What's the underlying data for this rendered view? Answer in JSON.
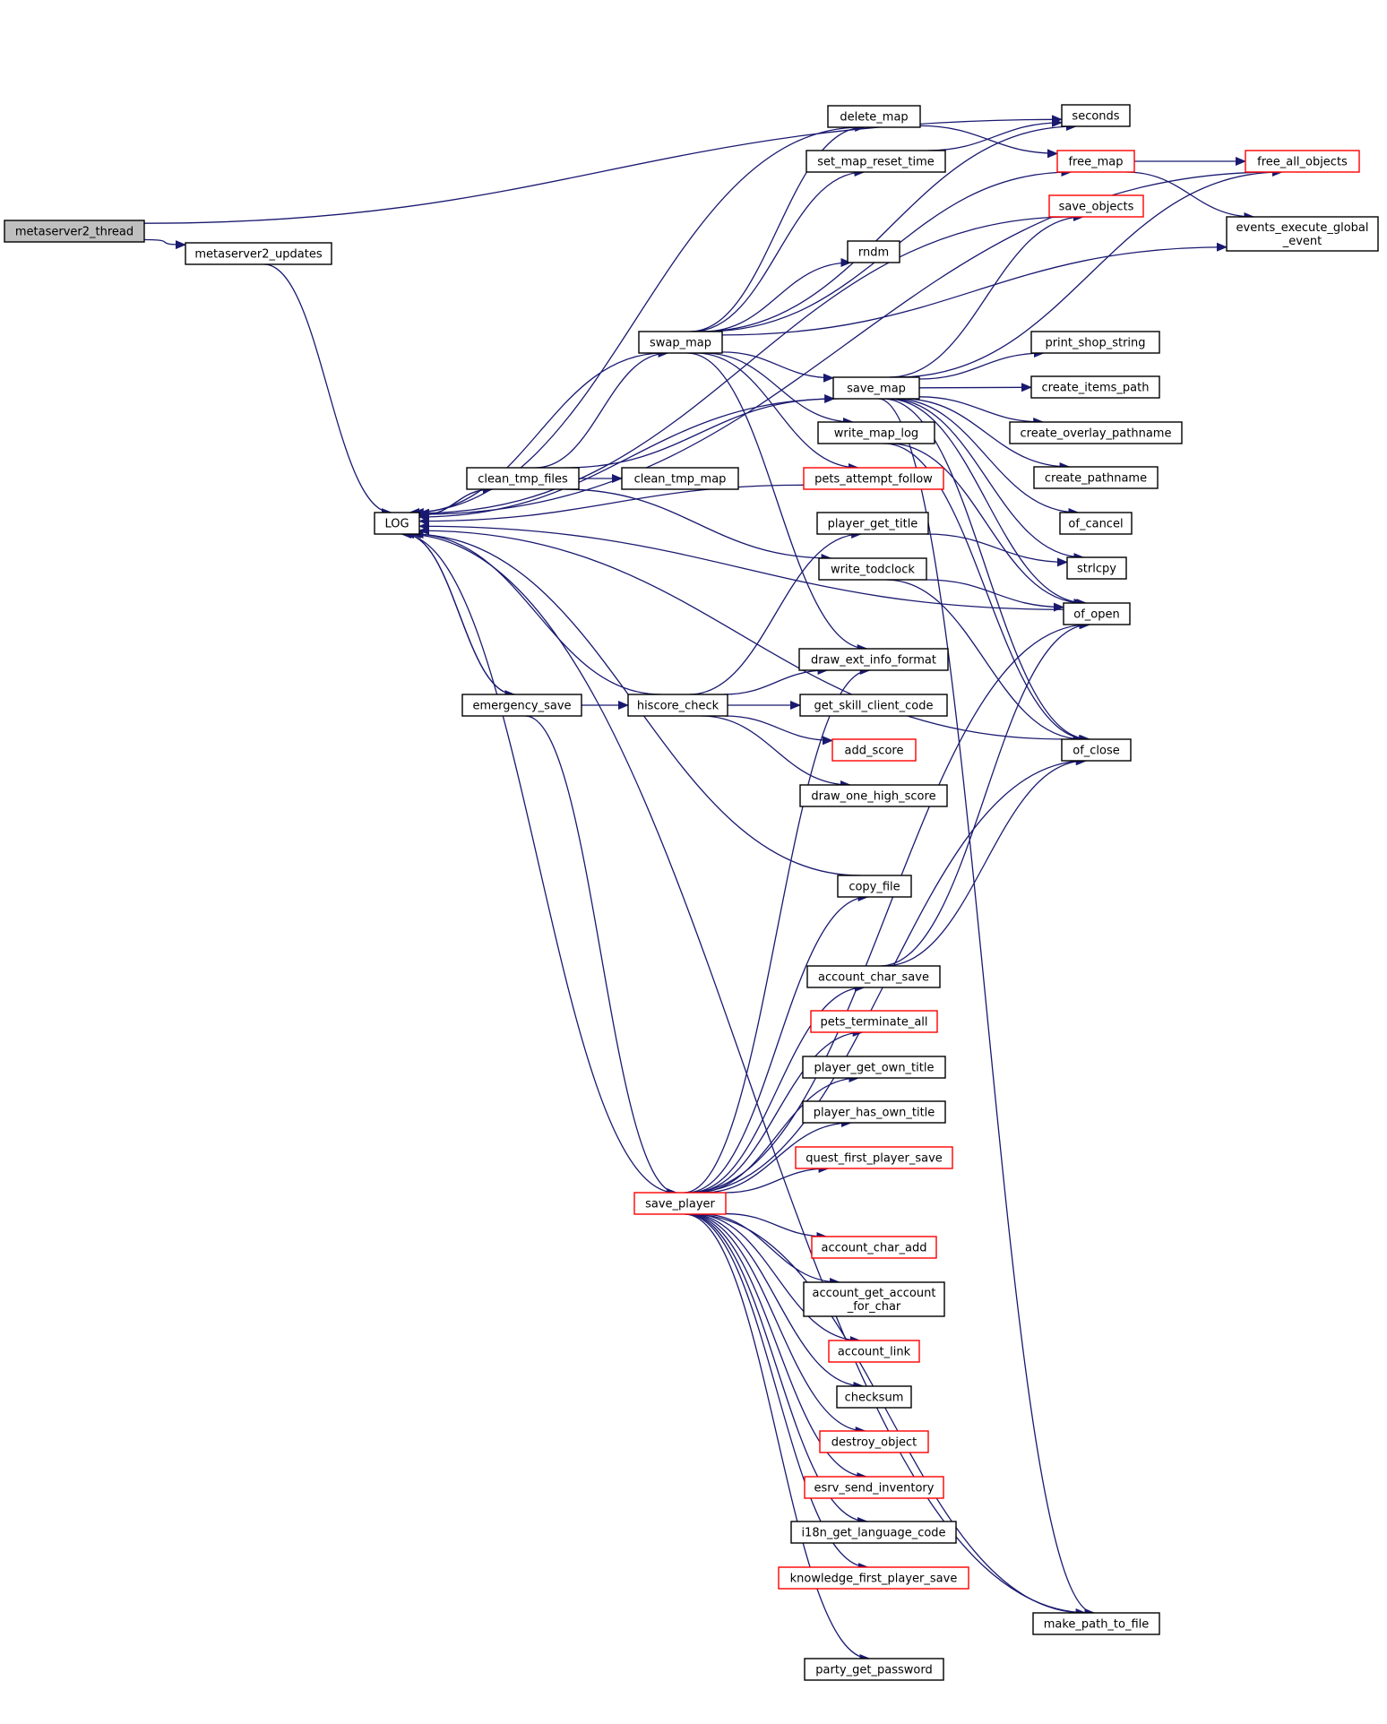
{
  "colors": {
    "edge": "#191970",
    "border_default": "#000000",
    "border_incomplete": "#ff0000",
    "fill_focus": "#bfbfbf",
    "fill_default": "#ffffff"
  },
  "nodes": [
    {
      "id": "metaserver2_thread",
      "label": [
        "metaserver2_thread"
      ],
      "style": "focus"
    },
    {
      "id": "metaserver2_updates",
      "label": [
        "metaserver2_updates"
      ],
      "style": "normal"
    },
    {
      "id": "LOG",
      "label": [
        "LOG"
      ],
      "style": "normal"
    },
    {
      "id": "delete_map",
      "label": [
        "delete_map"
      ],
      "style": "normal"
    },
    {
      "id": "set_map_reset_time",
      "label": [
        "set_map_reset_time"
      ],
      "style": "normal"
    },
    {
      "id": "rndm",
      "label": [
        "rndm"
      ],
      "style": "normal"
    },
    {
      "id": "swap_map",
      "label": [
        "swap_map"
      ],
      "style": "normal"
    },
    {
      "id": "save_map",
      "label": [
        "save_map"
      ],
      "style": "normal"
    },
    {
      "id": "write_map_log",
      "label": [
        "write_map_log"
      ],
      "style": "normal"
    },
    {
      "id": "clean_tmp_files",
      "label": [
        "clean_tmp_files"
      ],
      "style": "normal"
    },
    {
      "id": "clean_tmp_map",
      "label": [
        "clean_tmp_map"
      ],
      "style": "normal"
    },
    {
      "id": "pets_attempt_follow",
      "label": [
        "pets_attempt_follow"
      ],
      "style": "red"
    },
    {
      "id": "player_get_title",
      "label": [
        "player_get_title"
      ],
      "style": "normal"
    },
    {
      "id": "write_todclock",
      "label": [
        "write_todclock"
      ],
      "style": "normal"
    },
    {
      "id": "draw_ext_info_format",
      "label": [
        "draw_ext_info_format"
      ],
      "style": "normal"
    },
    {
      "id": "emergency_save",
      "label": [
        "emergency_save"
      ],
      "style": "normal"
    },
    {
      "id": "hiscore_check",
      "label": [
        "hiscore_check"
      ],
      "style": "normal"
    },
    {
      "id": "get_skill_client_code",
      "label": [
        "get_skill_client_code"
      ],
      "style": "normal"
    },
    {
      "id": "add_score",
      "label": [
        "add_score"
      ],
      "style": "red"
    },
    {
      "id": "draw_one_high_score",
      "label": [
        "draw_one_high_score"
      ],
      "style": "normal"
    },
    {
      "id": "copy_file",
      "label": [
        "copy_file"
      ],
      "style": "normal"
    },
    {
      "id": "account_char_save",
      "label": [
        "account_char_save"
      ],
      "style": "normal"
    },
    {
      "id": "pets_terminate_all",
      "label": [
        "pets_terminate_all"
      ],
      "style": "red"
    },
    {
      "id": "player_get_own_title",
      "label": [
        "player_get_own_title"
      ],
      "style": "normal"
    },
    {
      "id": "player_has_own_title",
      "label": [
        "player_has_own_title"
      ],
      "style": "normal"
    },
    {
      "id": "quest_first_player_save",
      "label": [
        "quest_first_player_save"
      ],
      "style": "red"
    },
    {
      "id": "save_player",
      "label": [
        "save_player"
      ],
      "style": "red"
    },
    {
      "id": "account_char_add",
      "label": [
        "account_char_add"
      ],
      "style": "red"
    },
    {
      "id": "account_get_account_for_char",
      "label": [
        "account_get_account",
        "_for_char"
      ],
      "style": "normal"
    },
    {
      "id": "account_link",
      "label": [
        "account_link"
      ],
      "style": "red"
    },
    {
      "id": "checksum",
      "label": [
        "checksum"
      ],
      "style": "normal"
    },
    {
      "id": "destroy_object",
      "label": [
        "destroy_object"
      ],
      "style": "red"
    },
    {
      "id": "esrv_send_inventory",
      "label": [
        "esrv_send_inventory"
      ],
      "style": "red"
    },
    {
      "id": "i18n_get_language_code",
      "label": [
        "i18n_get_language_code"
      ],
      "style": "normal"
    },
    {
      "id": "knowledge_first_player_save",
      "label": [
        "knowledge_first_player_save"
      ],
      "style": "red"
    },
    {
      "id": "party_get_password",
      "label": [
        "party_get_password"
      ],
      "style": "normal"
    },
    {
      "id": "seconds",
      "label": [
        "seconds"
      ],
      "style": "normal"
    },
    {
      "id": "free_map",
      "label": [
        "free_map"
      ],
      "style": "red"
    },
    {
      "id": "save_objects",
      "label": [
        "save_objects"
      ],
      "style": "red"
    },
    {
      "id": "print_shop_string",
      "label": [
        "print_shop_string"
      ],
      "style": "normal"
    },
    {
      "id": "create_items_path",
      "label": [
        "create_items_path"
      ],
      "style": "normal"
    },
    {
      "id": "create_overlay_pathname",
      "label": [
        "create_overlay_pathname"
      ],
      "style": "normal"
    },
    {
      "id": "create_pathname",
      "label": [
        "create_pathname"
      ],
      "style": "normal"
    },
    {
      "id": "of_cancel",
      "label": [
        "of_cancel"
      ],
      "style": "normal"
    },
    {
      "id": "strlcpy",
      "label": [
        "strlcpy"
      ],
      "style": "normal"
    },
    {
      "id": "of_open",
      "label": [
        "of_open"
      ],
      "style": "normal"
    },
    {
      "id": "of_close",
      "label": [
        "of_close"
      ],
      "style": "normal"
    },
    {
      "id": "make_path_to_file",
      "label": [
        "make_path_to_file"
      ],
      "style": "normal"
    },
    {
      "id": "free_all_objects",
      "label": [
        "free_all_objects"
      ],
      "style": "red"
    },
    {
      "id": "events_execute_global_event",
      "label": [
        "events_execute_global",
        "_event"
      ],
      "style": "normal"
    }
  ],
  "edges": [
    {
      "from": "metaserver2_thread",
      "to": "metaserver2_updates"
    },
    {
      "from": "metaserver2_thread",
      "to": "seconds"
    },
    {
      "from": "metaserver2_updates",
      "to": "LOG"
    },
    {
      "from": "delete_map",
      "to": "LOG"
    },
    {
      "from": "delete_map",
      "to": "free_map"
    },
    {
      "from": "set_map_reset_time",
      "to": "seconds"
    },
    {
      "from": "swap_map",
      "to": "LOG"
    },
    {
      "from": "swap_map",
      "to": "delete_map"
    },
    {
      "from": "swap_map",
      "to": "set_map_reset_time"
    },
    {
      "from": "swap_map",
      "to": "rndm"
    },
    {
      "from": "swap_map",
      "to": "seconds"
    },
    {
      "from": "swap_map",
      "to": "free_map"
    },
    {
      "from": "swap_map",
      "to": "events_execute_global_event"
    },
    {
      "from": "swap_map",
      "to": "save_map"
    },
    {
      "from": "swap_map",
      "to": "write_map_log"
    },
    {
      "from": "swap_map",
      "to": "pets_attempt_follow"
    },
    {
      "from": "swap_map",
      "to": "draw_ext_info_format"
    },
    {
      "from": "save_map",
      "to": "LOG"
    },
    {
      "from": "save_map",
      "to": "save_objects"
    },
    {
      "from": "save_map",
      "to": "free_all_objects"
    },
    {
      "from": "save_map",
      "to": "print_shop_string"
    },
    {
      "from": "save_map",
      "to": "create_items_path"
    },
    {
      "from": "save_map",
      "to": "create_overlay_pathname"
    },
    {
      "from": "save_map",
      "to": "create_pathname"
    },
    {
      "from": "save_map",
      "to": "of_cancel"
    },
    {
      "from": "save_map",
      "to": "strlcpy"
    },
    {
      "from": "save_map",
      "to": "of_open"
    },
    {
      "from": "save_map",
      "to": "of_close"
    },
    {
      "from": "save_map",
      "to": "make_path_to_file"
    },
    {
      "from": "write_map_log",
      "to": "of_open"
    },
    {
      "from": "write_map_log",
      "to": "of_close"
    },
    {
      "from": "clean_tmp_files",
      "to": "LOG"
    },
    {
      "from": "clean_tmp_files",
      "to": "swap_map"
    },
    {
      "from": "clean_tmp_files",
      "to": "save_map"
    },
    {
      "from": "clean_tmp_files",
      "to": "clean_tmp_map"
    },
    {
      "from": "clean_tmp_files",
      "to": "write_todclock"
    },
    {
      "from": "pets_attempt_follow",
      "to": "LOG"
    },
    {
      "from": "player_get_title",
      "to": "strlcpy"
    },
    {
      "from": "write_todclock",
      "to": "of_open"
    },
    {
      "from": "write_todclock",
      "to": "of_close"
    },
    {
      "from": "LOG",
      "to": "clean_tmp_files"
    },
    {
      "from": "LOG",
      "to": "emergency_save"
    },
    {
      "from": "emergency_save",
      "to": "LOG"
    },
    {
      "from": "emergency_save",
      "to": "hiscore_check"
    },
    {
      "from": "emergency_save",
      "to": "save_player"
    },
    {
      "from": "hiscore_check",
      "to": "LOG"
    },
    {
      "from": "hiscore_check",
      "to": "player_get_title"
    },
    {
      "from": "hiscore_check",
      "to": "draw_ext_info_format"
    },
    {
      "from": "hiscore_check",
      "to": "get_skill_client_code"
    },
    {
      "from": "hiscore_check",
      "to": "add_score"
    },
    {
      "from": "hiscore_check",
      "to": "draw_one_high_score"
    },
    {
      "from": "copy_file",
      "to": "LOG"
    },
    {
      "from": "of_open",
      "to": "LOG"
    },
    {
      "from": "of_close",
      "to": "LOG"
    },
    {
      "from": "account_char_save",
      "to": "of_open"
    },
    {
      "from": "account_char_save",
      "to": "of_close"
    },
    {
      "from": "make_path_to_file",
      "to": "LOG"
    },
    {
      "from": "free_map",
      "to": "free_all_objects"
    },
    {
      "from": "free_map",
      "to": "events_execute_global_event"
    },
    {
      "from": "free_all_objects",
      "to": "LOG"
    },
    {
      "from": "save_objects",
      "to": "LOG"
    },
    {
      "from": "save_player",
      "to": "LOG"
    },
    {
      "from": "save_player",
      "to": "draw_ext_info_format"
    },
    {
      "from": "save_player",
      "to": "copy_file"
    },
    {
      "from": "save_player",
      "to": "of_open"
    },
    {
      "from": "save_player",
      "to": "account_char_save"
    },
    {
      "from": "save_player",
      "to": "pets_terminate_all"
    },
    {
      "from": "save_player",
      "to": "player_get_own_title"
    },
    {
      "from": "save_player",
      "to": "player_has_own_title"
    },
    {
      "from": "save_player",
      "to": "quest_first_player_save"
    },
    {
      "from": "save_player",
      "to": "of_close"
    },
    {
      "from": "save_player",
      "to": "account_char_add"
    },
    {
      "from": "save_player",
      "to": "account_get_account_for_char"
    },
    {
      "from": "save_player",
      "to": "account_link"
    },
    {
      "from": "save_player",
      "to": "checksum"
    },
    {
      "from": "save_player",
      "to": "destroy_object"
    },
    {
      "from": "save_player",
      "to": "esrv_send_inventory"
    },
    {
      "from": "save_player",
      "to": "i18n_get_language_code"
    },
    {
      "from": "save_player",
      "to": "knowledge_first_player_save"
    },
    {
      "from": "save_player",
      "to": "make_path_to_file"
    },
    {
      "from": "save_player",
      "to": "party_get_password"
    }
  ]
}
